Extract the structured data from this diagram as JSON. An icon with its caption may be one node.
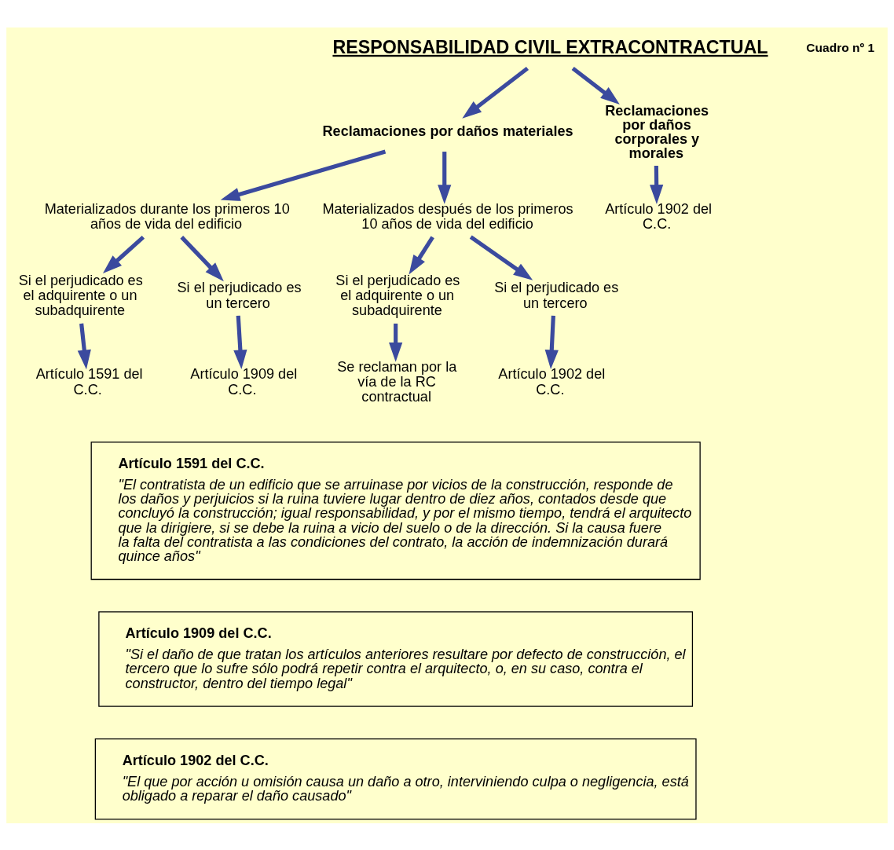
{
  "diagram": {
    "nodes": [
      {
        "text": [
          "RESPONSABILIDAD CIVIL EXTRACONTRACTUAL"
        ]
      },
      {
        "text": [
          "Reclamaciones por daños materiales"
        ]
      },
      {
        "text": [
          "Reclamaciones por daños corporales y morales"
        ]
      },
      {
        "text": [
          "Materializados durante los primeros 10 años de vida del edificio"
        ]
      },
      {
        "text": [
          "Materializados después de los primeros 10 años de vida del edificio"
        ]
      },
      {
        "text": [
          "Si el perjudicado es el adquirente o un subadquirente"
        ]
      },
      {
        "text": [
          "Si el perjudicado es un tercero"
        ]
      },
      {
        "text": [
          "Si el perjudicado es el adquirente o un subadquirente"
        ]
      },
      {
        "text": [
          "Si el perjudicado es un tercero"
        ]
      },
      {
        "text": [
          "Artículo 1902 del C.C."
        ]
      },
      {
        "text": [
          "Artículo 1591 del C.C."
        ]
      },
      {
        "text": [
          "Artículo 1909 del C.C."
        ]
      },
      {
        "text": [
          "Se reclaman por la vía de la RC contractual"
        ]
      },
      {
        "text": [
          "Artículo 1902 del C.C."
        ]
      },
      {
        "text": [
          "Artículo 1591 del C.C.",
          "\"El contratista de un edificio que se arruinase por vicios de la construcción, responde de los daños y perjuicios si la ruina tuviere lugar dentro de diez años, contados desde que concluyó la construcción; igual responsabilidad, y por el mismo tiempo, tendrá el arquitecto que la dirigiere, si se debe la ruina a vicio del suelo o de la dirección. Si la causa fuere la falta del contratista a las condiciones del contrato, la acción de indemnización durará quince años\""
        ]
      },
      {
        "text": [
          "Artículo 1909 del C.C.",
          "\"Si el daño de que tratan los artículos anteriores resultare por defecto de construcción, el tercero que lo sufre sólo podrá repetir contra el arquitecto, o, en su caso, contra el constructor, dentro del tiempo legal\""
        ]
      },
      {
        "text": [
          "Artículo 1902 del C.C.",
          "\"El que por acción u omisión causa un daño a otro, interviniendo culpa o negligencia, está obligado a reparar el daño causado\""
        ]
      }
    ],
    "edges": [
      {
        "from": 0,
        "to": 1,
        "arrow": "to"
      },
      {
        "from": 0,
        "to": 2,
        "arrow": "to"
      },
      {
        "from": 1,
        "to": 3,
        "arrow": "to"
      },
      {
        "from": 1,
        "to": 4,
        "arrow": "to"
      },
      {
        "from": 3,
        "to": 5,
        "arrow": "to"
      },
      {
        "from": 3,
        "to": 6,
        "arrow": "to"
      },
      {
        "from": 4,
        "to": 7,
        "arrow": "to"
      },
      {
        "from": 4,
        "to": 8,
        "arrow": "to"
      },
      {
        "from": 2,
        "to": 9,
        "arrow": "to"
      },
      {
        "from": 5,
        "to": 10,
        "arrow": "to"
      },
      {
        "from": 6,
        "to": 11,
        "arrow": "to"
      },
      {
        "from": 7,
        "to": 12,
        "arrow": "to"
      },
      {
        "from": 8,
        "to": 13,
        "arrow": "to"
      }
    ],
    "labels": [
      "Cuadro nº 1"
    ]
  }
}
